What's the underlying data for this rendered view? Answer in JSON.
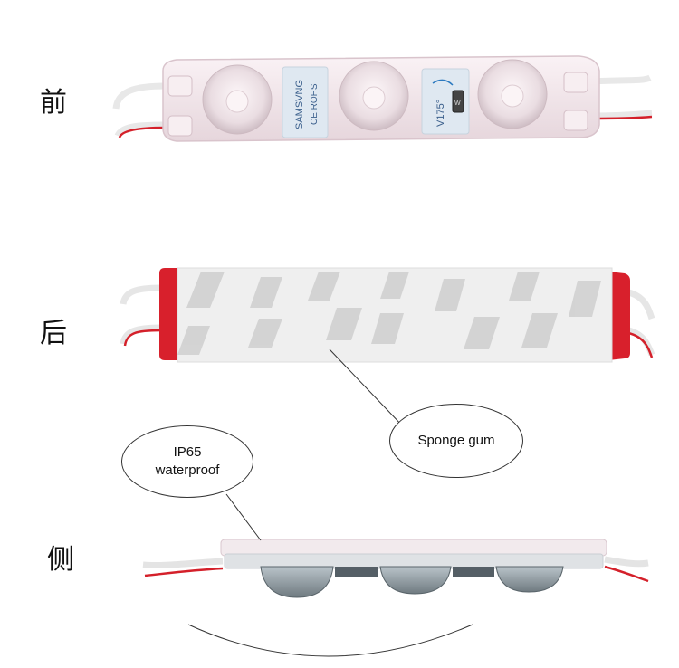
{
  "labels": {
    "front": "前",
    "back": "后",
    "side": "侧"
  },
  "front_module": {
    "brand_text": "SAMSVNG",
    "cert_text": "CE ROHS",
    "angle_text": "V175°",
    "chip_text": "W"
  },
  "callouts": {
    "sponge": "Sponge gum",
    "ip65_line1": "IP65",
    "ip65_line2": "waterproof"
  },
  "colors": {
    "wire_red": "#d4202a",
    "housing": "#f1e6ea",
    "lens": "#e9dbe0",
    "backing_red": "#d8202c"
  }
}
